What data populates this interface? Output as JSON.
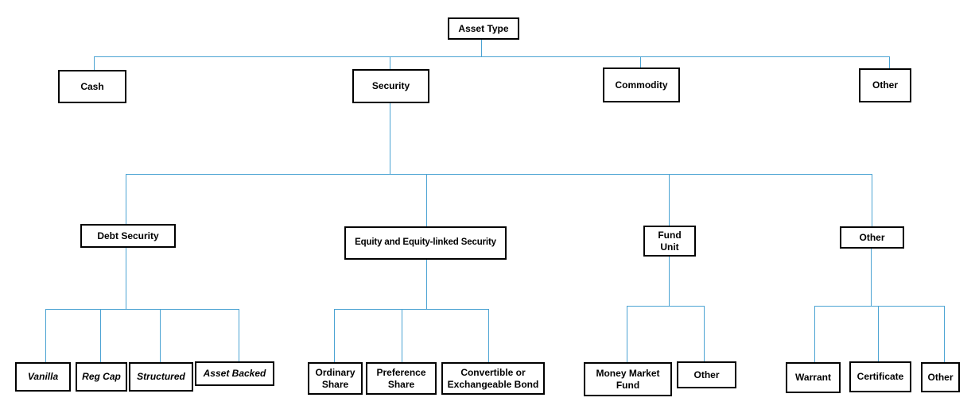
{
  "tree": {
    "root": {
      "label": "Asset Type",
      "children": [
        {
          "label": "Cash"
        },
        {
          "label": "Security",
          "children": [
            {
              "label": "Debt Security",
              "children": [
                {
                  "label": "Vanilla"
                },
                {
                  "label": "Reg Cap"
                },
                {
                  "label": "Structured"
                },
                {
                  "label": "Asset Backed"
                }
              ]
            },
            {
              "label": "Equity and Equity-linked Security",
              "children": [
                {
                  "label": "Ordinary Share"
                },
                {
                  "label": "Preference Share"
                },
                {
                  "label": "Convertible or Exchangeable Bond"
                }
              ]
            },
            {
              "label": "Fund Unit",
              "children": [
                {
                  "label": "Money Market Fund"
                },
                {
                  "label": "Other"
                }
              ]
            },
            {
              "label": "Other",
              "children": [
                {
                  "label": "Warrant"
                },
                {
                  "label": "Certificate"
                },
                {
                  "label": "Other"
                }
              ]
            }
          ]
        },
        {
          "label": "Commodity"
        },
        {
          "label": "Other"
        }
      ]
    }
  },
  "styles": {
    "line_color": "#4ba3d3",
    "node_border_color": "#000000",
    "node_text_color": "#000000",
    "canvas_background": "#ffffff"
  }
}
